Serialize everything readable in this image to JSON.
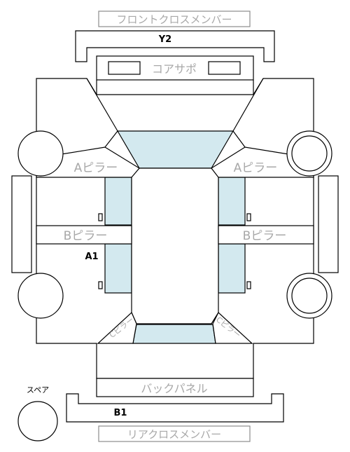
{
  "parts": {
    "front_cross_member": "フロントクロスメンバー",
    "core_support": "コアサポ",
    "a_pillar_left": "Aピラー",
    "a_pillar_right": "Aピラー",
    "b_pillar_left": "Bピラー",
    "b_pillar_right": "Bピラー",
    "c_pillar_left": "Cピラー",
    "c_pillar_right": "Cピラー",
    "back_panel": "バックパネル",
    "rear_cross_member": "リアクロスメンバー",
    "spare": "スペア"
  },
  "markers": {
    "front": "Y2",
    "left_side": "A1",
    "rear": "B1"
  },
  "colors": {
    "glass": "#d3e9ef",
    "outline": "#000000",
    "label_grey": "#a8a8a8"
  }
}
